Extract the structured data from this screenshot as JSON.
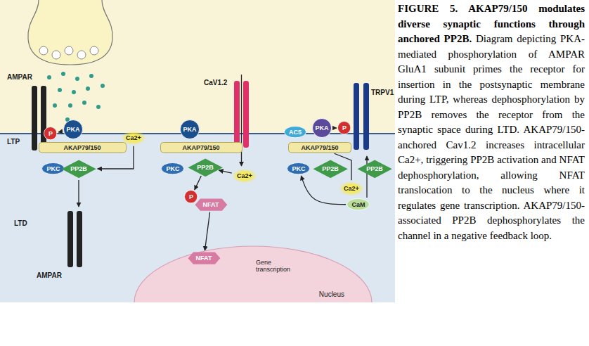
{
  "diagram": {
    "title": "FIGURE 5. AKAP79/150 modulates diverse synaptic functions through anchored PP2B.",
    "caption": "Diagram depicting PKA-mediated phosphorylation of AMPAR GluA1 subunit primes the receptor for insertion in the postsynaptic membrane during LTP, whereas dephosphorylation by PP2B removes the receptor from the synaptic space during LTD. AKAP79/150-anchored Cav1.2 increases intracellular Ca2+, triggering PP2B activation and NFAT dephosphorylation, allowing NFAT translocation to the nucleus where it regulates gene transcription. AKAP79/150-associated PP2B dephosphorylates the channel in a negative feedback loop.",
    "nodes": [
      {
        "text": [
          "AKAP79/150"
        ]
      },
      {
        "text": [
          "PKA"
        ]
      },
      {
        "text": [
          "P"
        ]
      },
      {
        "text": [
          "PKC"
        ]
      },
      {
        "text": [
          "PP2B"
        ]
      },
      {
        "text": [
          "Ca2+"
        ]
      },
      {
        "text": [
          "AKAP79/150"
        ]
      },
      {
        "text": [
          "PKA"
        ]
      },
      {
        "text": [
          "PKC"
        ]
      },
      {
        "text": [
          "PP2B"
        ]
      },
      {
        "text": [
          "Ca2+"
        ]
      },
      {
        "text": [
          "P"
        ]
      },
      {
        "text": [
          "NFAT"
        ]
      },
      {
        "text": [
          "Nucleus"
        ]
      },
      {
        "text": [
          "NFAT"
        ],
        "in": 13
      },
      {
        "text": [
          "AC5"
        ]
      },
      {
        "text": [
          "PKA"
        ]
      },
      {
        "text": [
          "P"
        ]
      },
      {
        "text": [
          "AKAP79/150"
        ]
      },
      {
        "text": [
          "PKC"
        ]
      },
      {
        "text": [
          "PP2B"
        ]
      },
      {
        "text": [
          "PP2B"
        ]
      },
      {
        "text": [
          "Ca2+"
        ]
      },
      {
        "text": [
          "CaM"
        ]
      }
    ],
    "edges": [
      {
        "from": 1,
        "to": 2,
        "arrow": "to"
      },
      {
        "from": 5,
        "to": 4,
        "arrow": "to"
      },
      {
        "from": 10,
        "to": 9,
        "arrow": "to"
      },
      {
        "from": 9,
        "to": 11,
        "arrow": "to"
      },
      {
        "from": 12,
        "to": 14,
        "arrow": "to"
      },
      {
        "from": 16,
        "to": 17,
        "arrow": "to"
      },
      {
        "from": 22,
        "to": 18,
        "arrow": "none"
      },
      {
        "from": 23,
        "to": 19,
        "arrow": "to"
      }
    ],
    "labels": [
      "AMPAR",
      "LTP",
      "LTD",
      "AMPAR",
      "CaV1.2",
      "Gene transcription",
      "TRPV1"
    ]
  }
}
